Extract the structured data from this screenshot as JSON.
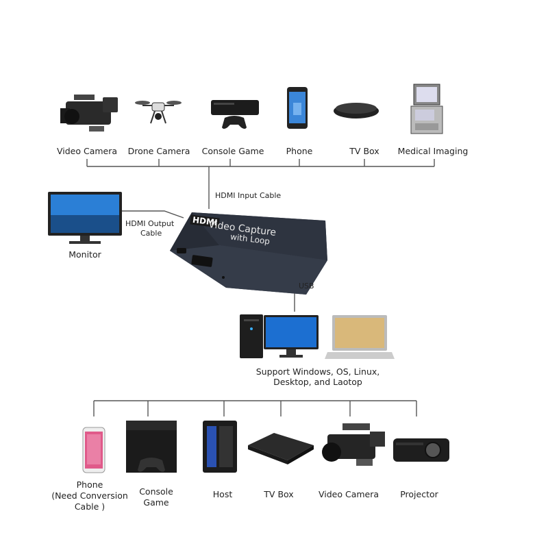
{
  "top_devices": [
    {
      "label": "Video Camera",
      "icon": "video-camera-icon"
    },
    {
      "label": "Drone Camera",
      "icon": "drone-icon"
    },
    {
      "label": "Console Game",
      "icon": "game-console-icon"
    },
    {
      "label": "Phone",
      "icon": "phone-icon"
    },
    {
      "label": "TV Box",
      "icon": "tv-box-icon"
    },
    {
      "label": "Medical Imaging",
      "icon": "medical-imaging-icon"
    }
  ],
  "cables": {
    "input": "HDMI Input Cable",
    "output_line1": "HDMI Output",
    "output_line2": "Cable",
    "usb": "USB"
  },
  "monitor": {
    "label": "Monitor",
    "icon": "monitor-icon"
  },
  "capture_device": {
    "logo": "HDMI",
    "line1": "Video Capture",
    "line2": "with Loop",
    "icon": "capture-card-icon"
  },
  "computers": {
    "line1": "Support Windows, OS, Linux,",
    "line2": "Desktop, and Laotop",
    "icons": [
      "tower-pc-icon",
      "desktop-monitor-icon",
      "laptop-icon"
    ]
  },
  "bottom_devices": [
    {
      "line1": "Phone",
      "line2": "(Need Conversion",
      "line3": "Cable )",
      "icon": "phone-icon"
    },
    {
      "line1": "Console",
      "line2": "Game",
      "icon": "game-console-icon"
    },
    {
      "line1": "Host",
      "icon": "pc-host-icon"
    },
    {
      "line1": "TV Box",
      "icon": "tv-box-icon"
    },
    {
      "line1": "Video Camera",
      "icon": "video-camera-icon"
    },
    {
      "line1": "Projector",
      "icon": "projector-icon"
    }
  ],
  "colors": {
    "line": "#444444",
    "device_body": "#2e3440",
    "screen": "#2b7fd6"
  }
}
